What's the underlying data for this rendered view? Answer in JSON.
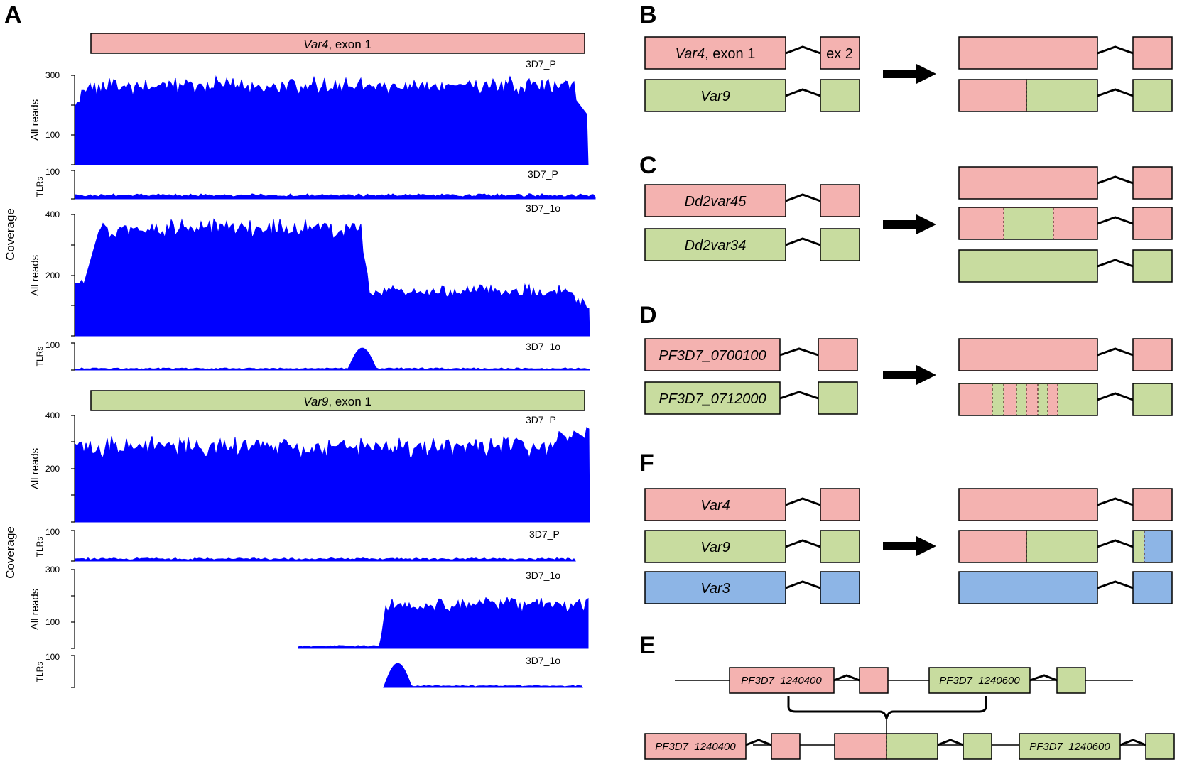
{
  "colors": {
    "pink": "#f4b2b0",
    "green": "#c8dc9f",
    "blue": "#8db5e6",
    "coverage": "#0000ff"
  },
  "panelA": {
    "letter": "A",
    "coverage_label": "Coverage",
    "gene1": {
      "name": "Var4",
      "suffix": ", exon 1"
    },
    "gene2": {
      "name": "Var9",
      "suffix": ", exon 1"
    },
    "tracks": [
      {
        "label": "All reads",
        "strain": "3D7_P",
        "ticks": [
          "300",
          "100"
        ],
        "max": 300
      },
      {
        "label": "TLRs",
        "strain": "3D7_P",
        "ticks": [
          "100"
        ],
        "max": 100
      },
      {
        "label": "All reads",
        "strain": "3D7_1o",
        "ticks": [
          "400",
          "200"
        ],
        "max": 400
      },
      {
        "label": "TLRs",
        "strain": "3D7_1o",
        "ticks": [
          "100"
        ],
        "max": 100
      },
      {
        "label": "All reads",
        "strain": "3D7_P",
        "ticks": [
          "400",
          "200"
        ],
        "max": 400
      },
      {
        "label": "TLRs",
        "strain": "3D7_P",
        "ticks": [
          "100"
        ],
        "max": 100
      },
      {
        "label": "All reads",
        "strain": "3D7_1o",
        "ticks": [
          "300",
          "100"
        ],
        "max": 300
      },
      {
        "label": "TLRs",
        "strain": "3D7_1o",
        "ticks": [
          "100"
        ],
        "max": 100
      }
    ]
  },
  "panelB": {
    "letter": "B",
    "gene1": "Var4",
    "gene1_suffix": ", exon 1",
    "exon2": "ex 2",
    "gene2": "Var9"
  },
  "panelC": {
    "letter": "C",
    "gene1": "Dd2var45",
    "gene2": "Dd2var34"
  },
  "panelD": {
    "letter": "D",
    "gene1": "PF3D7_0700100",
    "gene2": "PF3D7_0712000"
  },
  "panelF": {
    "letter": "F",
    "gene1": "Var4",
    "gene2": "Var9",
    "gene3": "Var3"
  },
  "panelE": {
    "letter": "E",
    "gene1": "PF3D7_1240400",
    "gene2": "PF3D7_1240600"
  }
}
